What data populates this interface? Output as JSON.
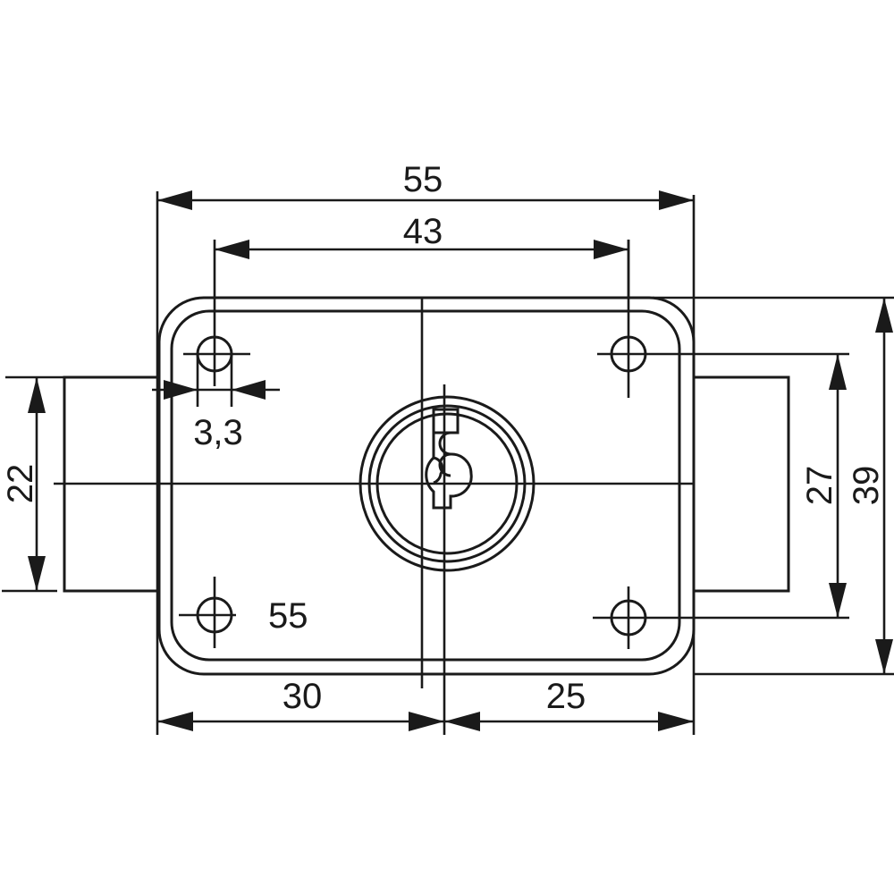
{
  "drawing": {
    "title": "Cabinet lock technical drawing",
    "line_color": "#1a1a1a",
    "background": "#ffffff"
  },
  "dimensions": {
    "overall_width": "55",
    "hole_spacing_horizontal": "43",
    "hole_diameter": "3,3",
    "bolt_height_left": "22",
    "bolt_height_right": "27",
    "overall_height": "39",
    "mounting_hole_label": "55",
    "left_to_center": "30",
    "center_to_right": "25"
  }
}
